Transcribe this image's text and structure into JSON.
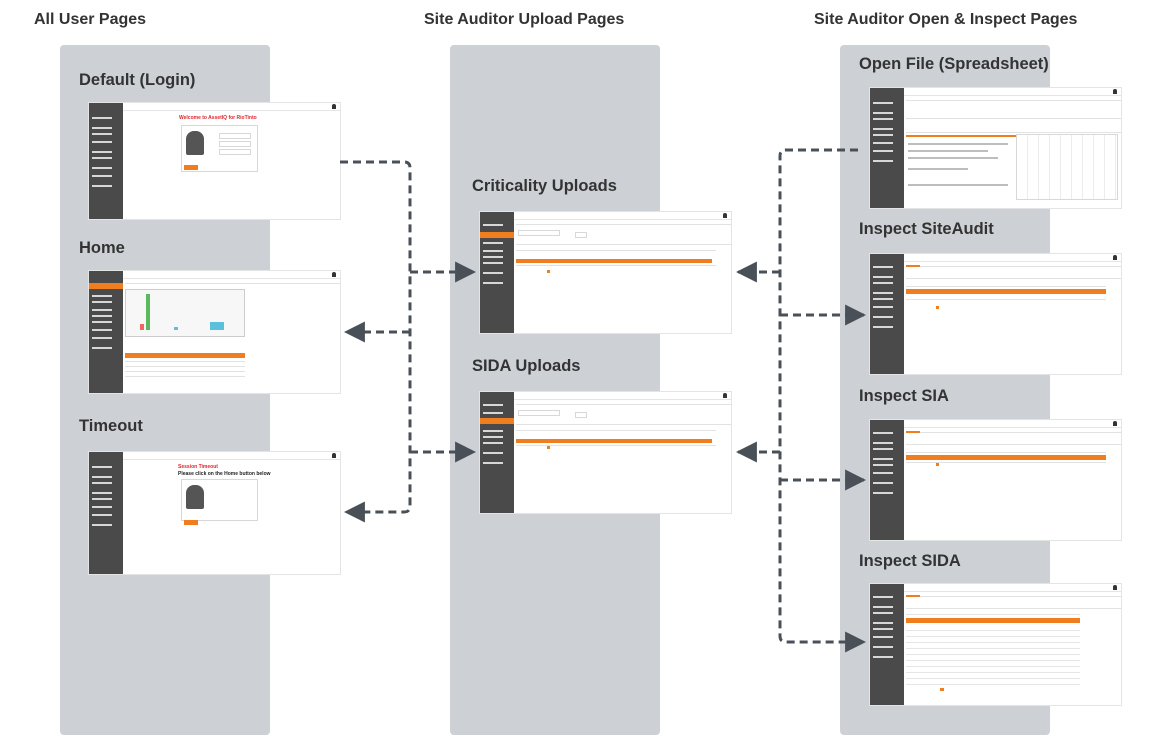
{
  "columns": {
    "all_user": "All User Pages",
    "upload": "Site Auditor Upload Pages",
    "open_inspect": "Site Auditor Open & Inspect Pages"
  },
  "sections": {
    "login": "Default (Login)",
    "home": "Home",
    "timeout": "Timeout",
    "criticality_uploads": "Criticality Uploads",
    "sida_uploads": "SIDA Uploads",
    "open_file": "Open File (Spreadsheet)",
    "inspect_siteaudit": "Inspect SiteAudit",
    "inspect_sia": "Inspect SIA",
    "inspect_sida": "Inspect SIDA"
  },
  "thumbnails": {
    "login_heading": "Welcome to AssetIQ for RioTinto",
    "timeout_heading": "Session Timeout",
    "timeout_sub": "Please click on the Home button below"
  },
  "colors": {
    "accent": "#f07d1e",
    "lane": "#cdd1d6",
    "sidebar": "#4a4a4a",
    "arrow": "#4a5058"
  }
}
